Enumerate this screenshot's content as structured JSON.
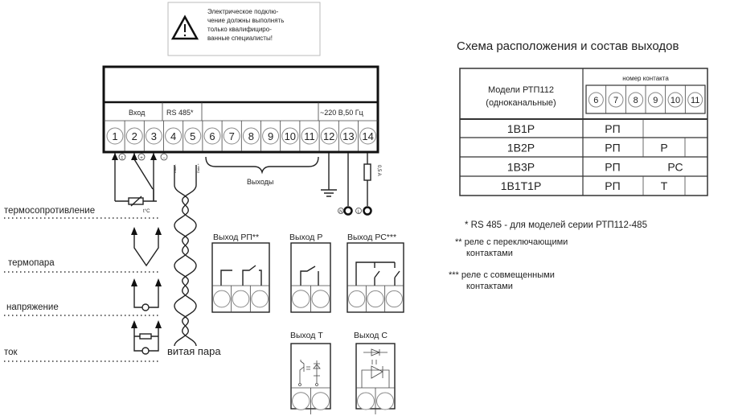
{
  "warning": {
    "lines": [
      "Электрическое подклю-",
      "чение должны выполнять",
      "только квалифициро-",
      "ванные специалисты!"
    ],
    "icon": "warning-triangle-icon"
  },
  "title": "Схема расположения и состав выходов",
  "device": {
    "input_label": "Вход",
    "rs485_label": "RS 485*",
    "power_label": "~220 В,50 Гц",
    "terminals": [
      "1",
      "2",
      "3",
      "4",
      "5",
      "6",
      "7",
      "8",
      "9",
      "10",
      "11",
      "12",
      "13",
      "14"
    ],
    "input_marks": [
      "t",
      "+",
      "−"
    ],
    "data_labels": [
      "Data -",
      "Data +"
    ],
    "outputs_label": "Выходы",
    "fuse_label": "0,5 A",
    "n_label": "N",
    "l_label": "L"
  },
  "sensors": [
    "термосопротивление",
    "термопара",
    "напряжение",
    "ток"
  ],
  "sensor_rtd_mark": "t°C",
  "twisted_pair": "витая пара",
  "outputs": [
    {
      "label": "Выход  РП**",
      "terminals": 3
    },
    {
      "label": "Выход  Р",
      "terminals": 2
    },
    {
      "label": "Выход  РС***",
      "terminals": 3
    },
    {
      "label": "Выход Т",
      "terminals": 2
    },
    {
      "label": "Выход С",
      "terminals": 2
    }
  ],
  "table": {
    "model_header": [
      "Модели РТП112",
      "(одноканальные)"
    ],
    "contact_header": "номер контакта",
    "contacts": [
      "6",
      "7",
      "8",
      "9",
      "10",
      "11"
    ],
    "rows": [
      {
        "model": "1В1Р",
        "a": "РП",
        "b": "",
        "c": ""
      },
      {
        "model": "1В2Р",
        "a": "РП",
        "b": "Р",
        "c": ""
      },
      {
        "model": "1В3Р",
        "a": "РП",
        "b": "РС",
        "c": ""
      },
      {
        "model": "1В1Т1Р",
        "a": "РП",
        "b": "Т",
        "c": ""
      }
    ]
  },
  "footnotes": [
    "* RS 485 - для моделей серии РТП112-485",
    "** реле с переключающими",
    "контактами",
    "*** реле с совмещенными",
    "контактами"
  ]
}
